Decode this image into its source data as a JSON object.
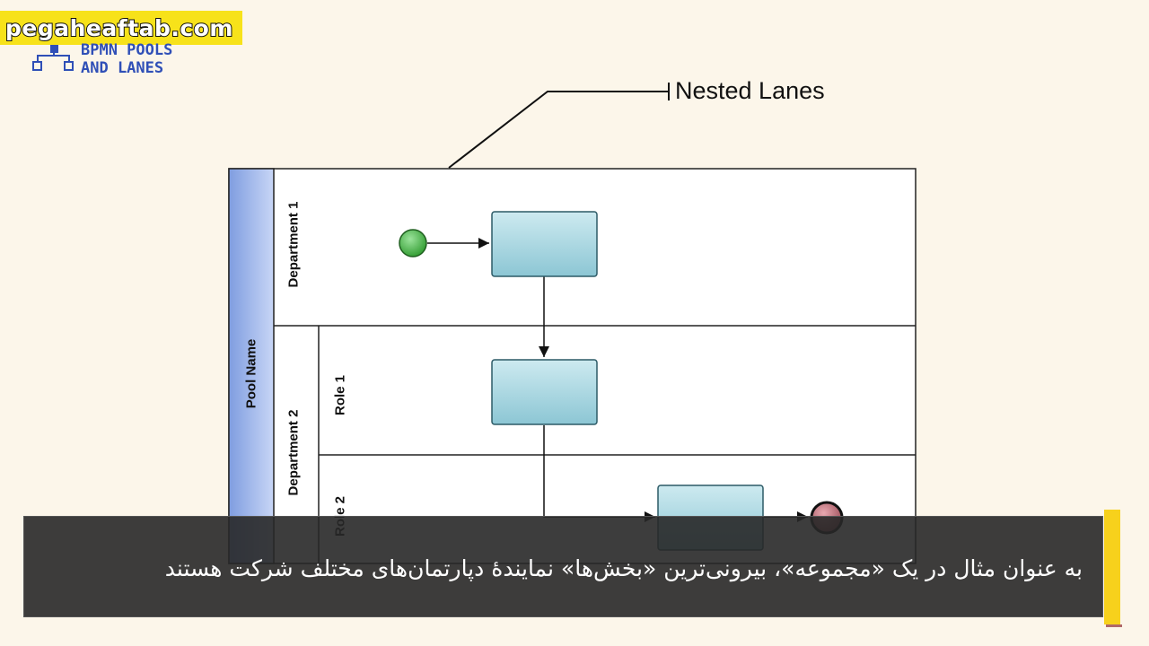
{
  "watermark": {
    "text": "pegaheaftab.com"
  },
  "logo": {
    "line1": "BPMN POOLS",
    "line2": "AND LANES"
  },
  "callout": {
    "text": "Nested Lanes"
  },
  "pool": {
    "name": "Pool Name",
    "lanes": [
      {
        "label": "Department 1"
      },
      {
        "label": "Department 2",
        "sublanes": [
          {
            "label": "Role 1"
          },
          {
            "label": "Role 2"
          }
        ]
      }
    ]
  },
  "colors": {
    "pool_header": "#8fa9e6",
    "task_fill": "#a8d6e0",
    "start_event": "#3aaa3a",
    "end_event": "#a0505a",
    "accent": "#f7d11c"
  },
  "subtitle": {
    "text": "به عنوان مثال در یک «مجموعه»، بیرونی‌ترین «بخش‌ها» نمایندهٔ دپارتمان‌های مختلف شرکت هستند"
  }
}
